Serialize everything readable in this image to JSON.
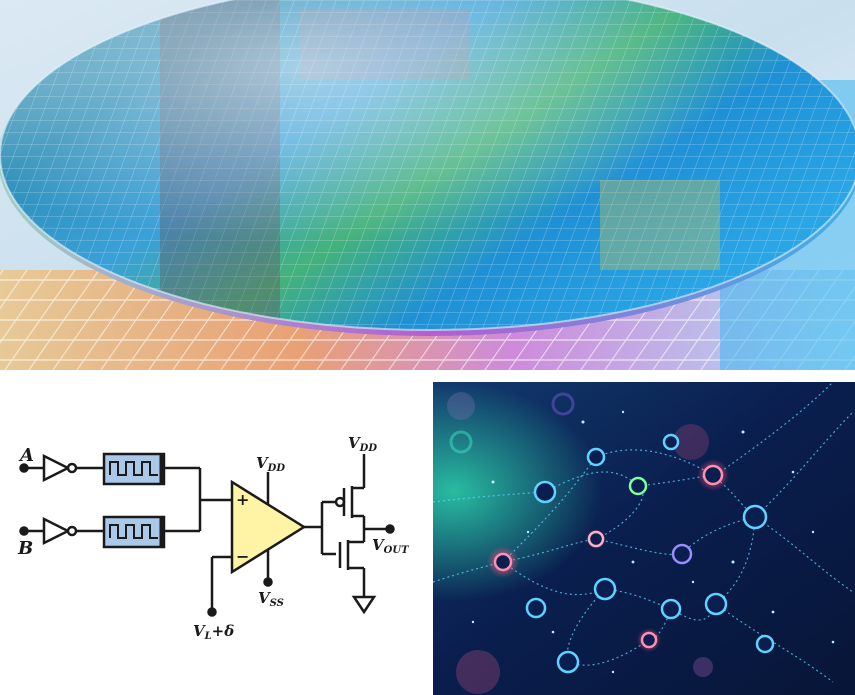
{
  "circuit": {
    "input_a": "A",
    "input_b": "B",
    "vdd_amp_main": "V",
    "vdd_amp_sub": "DD",
    "vss_main": "V",
    "vss_sub": "SS",
    "vl_main": "V",
    "vl_sub": "L",
    "vl_suffix": "+δ",
    "vdd_out_main": "V",
    "vdd_out_sub": "DD",
    "vout_main": "V",
    "vout_sub": "OUT",
    "plus_sign": "+",
    "minus_sign": "−"
  },
  "colors": {
    "filter_fill": "#a9c8ea",
    "amp_fill": "#fff3a6",
    "wafer_accent": "#3aa0d8",
    "network_bg": "#0a1f4f",
    "node_glow": "#5fd3ff",
    "node_hot": "#ff4d7a"
  }
}
